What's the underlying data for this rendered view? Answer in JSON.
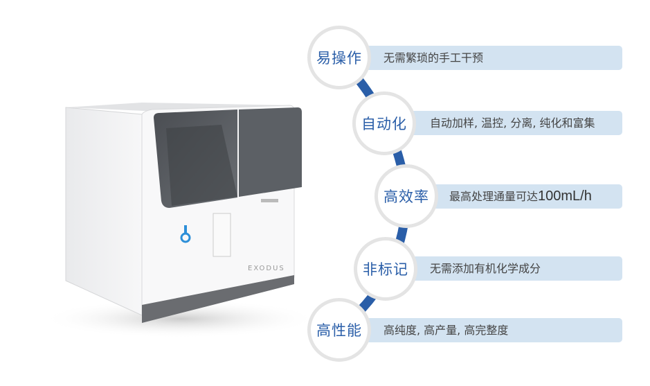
{
  "product": {
    "brand": "EXODUS"
  },
  "features": [
    {
      "title": "易操作",
      "desc": "无需繁琐的手工干预"
    },
    {
      "title": "自动化",
      "desc": "自动加样, 温控, 分离, 纯化和富集"
    },
    {
      "title": "高效率",
      "desc": "最高处理通量可达",
      "desc_highlight": "100mL/h"
    },
    {
      "title": "非标记",
      "desc": "无需添加有机化学成分"
    },
    {
      "title": "高性能",
      "desc": "高纯度, 高产量, 高完整度"
    }
  ],
  "colors": {
    "accent": "#2a5ea8",
    "bar": "#d3e3f1",
    "circle_border": "#e4e4e4"
  }
}
